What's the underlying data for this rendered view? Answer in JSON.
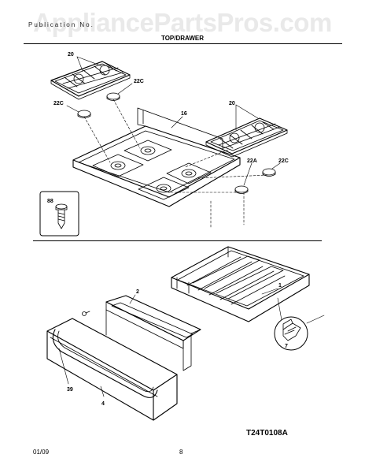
{
  "watermark": "AppliancePartsPros.com",
  "header": {
    "publication_left": "Publication No.",
    "publication_right": "",
    "section_title": "TOP/DRAWER"
  },
  "parts": {
    "grate_left": "20",
    "cap_right_left": "22C",
    "cap_left": "22C",
    "top_panel": "16",
    "grate_right": "20",
    "cap_far_right": "22C",
    "cap_22a": "22A",
    "screw": "88",
    "drawer_body": "1",
    "drawer_frame": "2",
    "clip": "7",
    "drawer_front": "4",
    "handle": "39"
  },
  "diagram_id": "T24T0108A",
  "footer": {
    "date": "01/09",
    "page": "8"
  }
}
